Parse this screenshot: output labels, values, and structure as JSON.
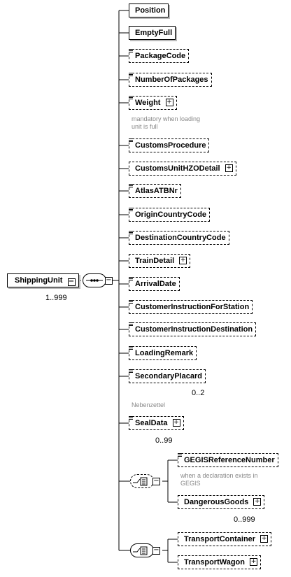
{
  "root": {
    "label": "ShippingUnit",
    "cardinality": "1..999"
  },
  "children": [
    {
      "label": "Position",
      "optional": false,
      "expandable": false
    },
    {
      "label": "EmptyFull",
      "optional": false,
      "expandable": false
    },
    {
      "label": "PackageCode",
      "optional": true,
      "expandable": false
    },
    {
      "label": "NumberOfPackages",
      "optional": true,
      "expandable": false
    },
    {
      "label": "Weight",
      "optional": true,
      "expandable": true,
      "note": "mandatory when loading unit is full"
    },
    {
      "label": "CustomsProcedure",
      "optional": true,
      "expandable": false
    },
    {
      "label": "CustomsUnitHZODetail",
      "optional": true,
      "expandable": true
    },
    {
      "label": "AtlasATBNr",
      "optional": true,
      "expandable": false
    },
    {
      "label": "OriginCountryCode",
      "optional": true,
      "expandable": false
    },
    {
      "label": "DestinationCountryCode",
      "optional": true,
      "expandable": false
    },
    {
      "label": "TrainDetail",
      "optional": true,
      "expandable": true
    },
    {
      "label": "ArrivalDate",
      "optional": true,
      "expandable": false
    },
    {
      "label": "CustomerInstructionForStation",
      "optional": true,
      "expandable": false
    },
    {
      "label": "CustomerInstructionDestination",
      "optional": true,
      "expandable": false
    },
    {
      "label": "LoadingRemark",
      "optional": true,
      "expandable": false
    },
    {
      "label": "SecondaryPlacard",
      "optional": true,
      "expandable": false,
      "cardinality": "0..2",
      "note": "Nebenzettel"
    },
    {
      "label": "SealData",
      "optional": true,
      "expandable": true,
      "cardinality": "0..99"
    }
  ],
  "choice1": {
    "items": [
      {
        "label": "GEGISReferenceNumber",
        "optional": true,
        "expandable": false,
        "note": "when a declaration exists in GEGIS"
      },
      {
        "label": "DangerousGoods",
        "optional": true,
        "expandable": true,
        "cardinality": "0..999"
      }
    ]
  },
  "choice2": {
    "items": [
      {
        "label": "TransportContainer",
        "optional": true,
        "expandable": true
      },
      {
        "label": "TransportWagon",
        "optional": true,
        "expandable": true
      }
    ]
  }
}
